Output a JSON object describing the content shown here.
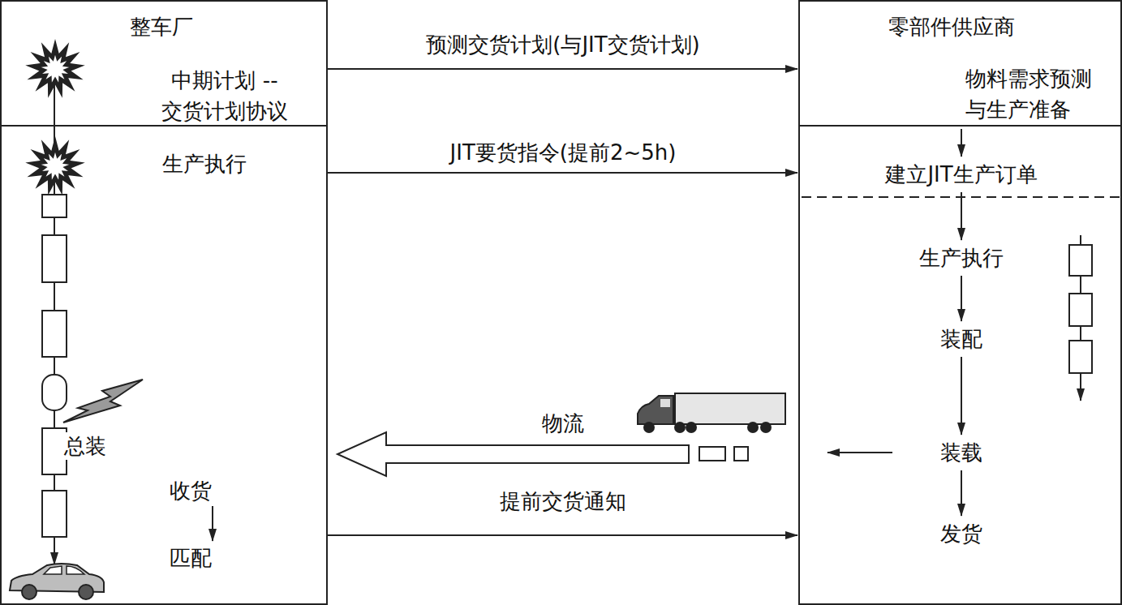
{
  "diagram": {
    "nodes": [
      {
        "text": [
          "整车厂",
          "中期计划 --交货计划协议"
        ]
      },
      {
        "text": [
          "生产执行"
        ]
      },
      {
        "text": [
          "零部件供应商",
          "物料需求预测 与生产准备"
        ]
      },
      {
        "text": []
      },
      {
        "text": [
          "建立JIT生产订单"
        ],
        "in": 3
      },
      {
        "text": [
          "生产执行"
        ],
        "in": 3
      },
      {
        "text": [
          "装配"
        ],
        "in": 3
      },
      {
        "text": [
          "装载"
        ],
        "in": 3
      },
      {
        "text": [
          "发货"
        ],
        "in": 3
      }
    ],
    "edges": [
      {
        "from": 0,
        "to": 2,
        "label": "预测交货计划(与JIT交货计划)",
        "arrow": "to"
      },
      {
        "from": 1,
        "to": 3,
        "label": "JIT要货指令(提前2~5h)",
        "arrow": "to"
      },
      {
        "from": 3,
        "to": 1,
        "label": "物流",
        "arrow": "to"
      },
      {
        "from": 1,
        "to": 3,
        "label": "提前交货通知",
        "arrow": "to"
      },
      {
        "from": 2,
        "to": 4,
        "arrow": "to"
      },
      {
        "from": 4,
        "to": 5,
        "arrow": "to"
      },
      {
        "from": 5,
        "to": 6,
        "arrow": "to"
      },
      {
        "from": 6,
        "to": 7,
        "arrow": "to"
      },
      {
        "from": 7,
        "to": 8,
        "arrow": "to"
      }
    ],
    "labels": [
      "总装",
      "收货",
      "匹配"
    ]
  }
}
